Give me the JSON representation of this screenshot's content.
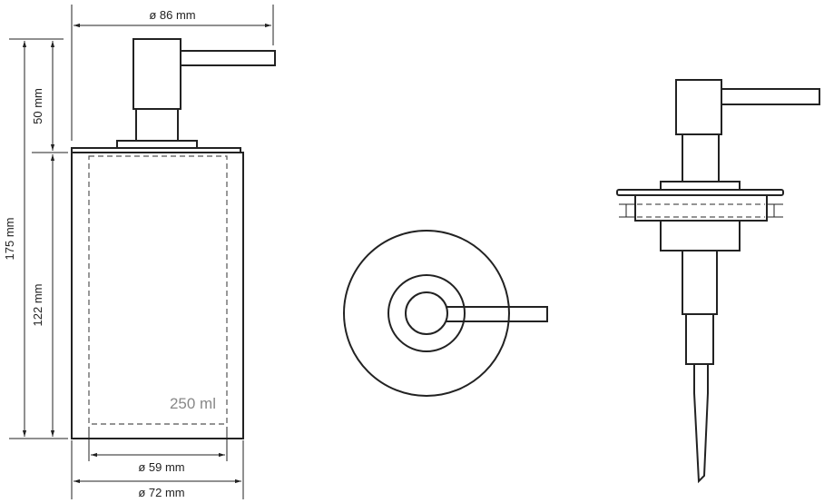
{
  "dimensions": {
    "top_diameter": "ø 86 mm",
    "total_height": "175 mm",
    "pump_height": "50 mm",
    "body_height": "122 mm",
    "inner_diameter": "ø 59 mm",
    "body_diameter": "ø 72 mm"
  },
  "capacity": "250 ml",
  "views": [
    "front-view",
    "top-view",
    "pump-section-view"
  ]
}
